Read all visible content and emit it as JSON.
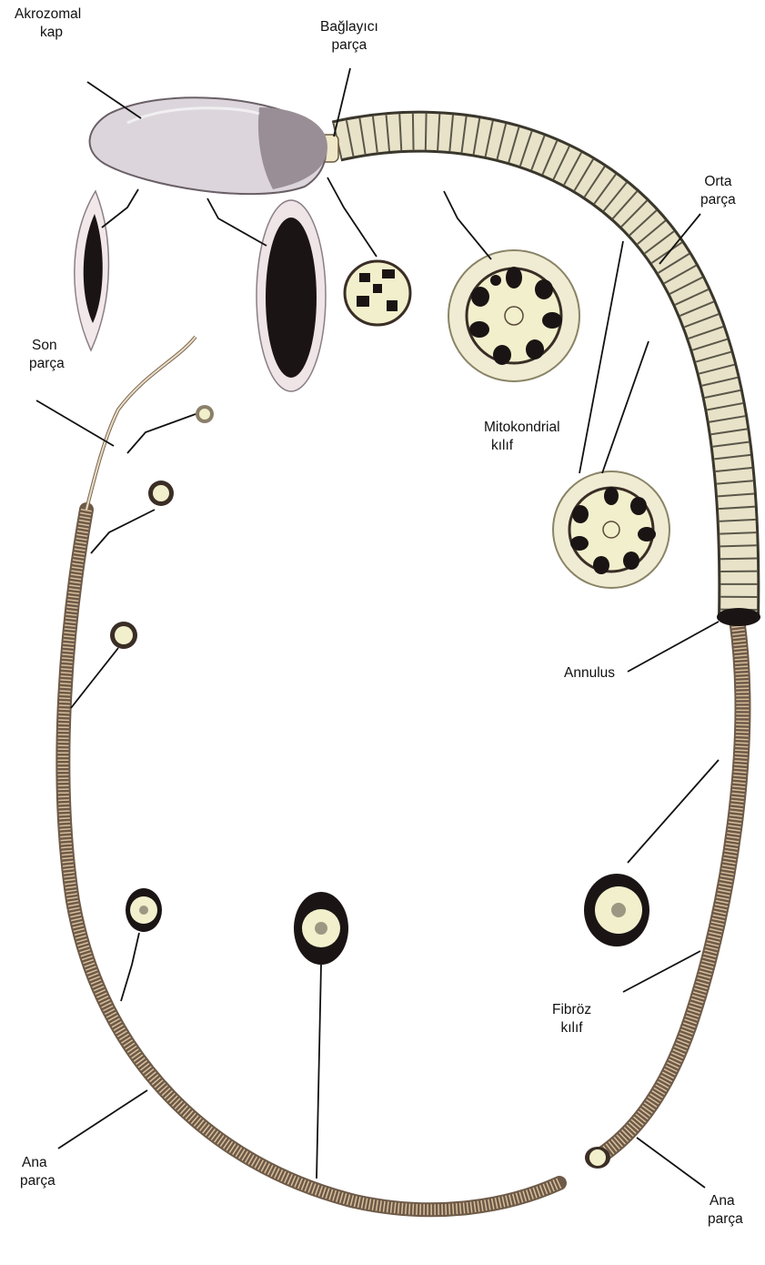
{
  "labels": {
    "akrozomal_kap": [
      "Akrozomal",
      "kap"
    ],
    "baglayici_parca": [
      "Bağlayıcı",
      "parça"
    ],
    "orta_parca": [
      "Orta",
      "parça"
    ],
    "son_parca": [
      "Son",
      "parça"
    ],
    "mitokondrial_kilif": [
      "Mitokondrial",
      "kılıf"
    ],
    "annulus": "Annulus",
    "fibroz_kilif": [
      "Fibröz",
      "kılıf"
    ],
    "ana_parca_left": [
      "Ana",
      "parça"
    ],
    "ana_parca_right": [
      "Ana",
      "parça"
    ]
  },
  "colors": {
    "head": "#dcd6dc",
    "head_dark": "#8a7f86",
    "midpiece": "#e8e2c8",
    "midpiece_line": "#4a4a3c",
    "principal": "#d9bf9c",
    "principal_line": "#7a6652",
    "section_fill": "#f2efcc",
    "section_dark": "#1a1514"
  }
}
